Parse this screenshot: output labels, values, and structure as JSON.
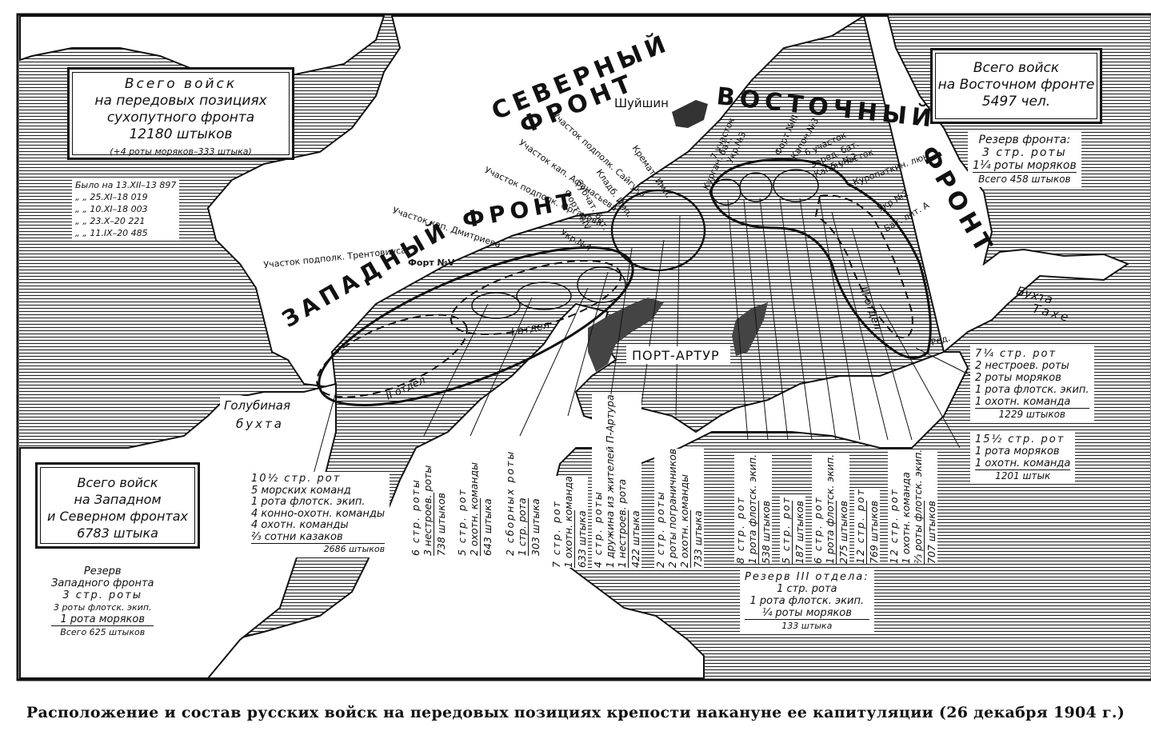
{
  "caption": "Расположение и состав русских войск на передовых позициях крепости накануне ее капитуляции (26 декабря 1904 г.)",
  "fronts": {
    "north_1": "СЕВЕРНЫЙ",
    "north_2": "ФРОНТ",
    "east_1": "ВОСТОЧНЫЙ",
    "east_2": "ФРОНТ",
    "west_1": "ЗАПАДНЫЙ",
    "west_2": "ФРОНТ"
  },
  "places": {
    "port_arthur": "ПОРТ-АРТУР",
    "shuishin": "Шуйшин",
    "golubinaya_1": "Голубиная",
    "golubinaya_2": "бухта",
    "takhe_1": "Бухта",
    "takhe_2": "Тахе"
  },
  "otdel": {
    "o1": "I отдел",
    "o2": "II отдел",
    "o3": "III отдел"
  },
  "sectors": {
    "trentoviusa": "Участок подполк. Трентовиуса",
    "fort5": "Форт №V",
    "dmitrieva": "Участок кап. Дмитриева",
    "organova": "Участок подполк. Органова",
    "afanasieva": "Участок кап. Афанасьева",
    "saiguka": "Участок подполк. Сайгука",
    "ukr4": "Укр.№4",
    "fort4": "Форт №IV",
    "zubch": "Зубчат. бат.",
    "klad": "Кладб. Имп.",
    "kremat": "Кремат. Имп.",
    "uch7": "7 участок",
    "uch6": "6 участок",
    "uch5": "5 участок",
    "fort3": "Форт №III",
    "ukr3": "Укр.№3",
    "kapon2": "Капон.№2",
    "kapon3": "Капон.№3",
    "kurgan": "Курган. бат.",
    "zared": "Заред. бат.",
    "kuropatkin": "Куропаткин. люн.",
    "ukr2": "Укр.№2",
    "bat_a": "Бат. лит. А",
    "reduit": "Ред."
  },
  "box_west_top": {
    "l1": "Всего войск",
    "l2": "на передовых позициях",
    "l3": "сухопутного фронта",
    "l4": "12180 штыков",
    "l5": "(+4 роты моряков–333 штыка)"
  },
  "history": [
    "Было на 13.XII–13 897",
    "„ „ 25.XI–18 019",
    "„ „ 10.XI–18 003",
    "„ „ 23.X–20 221",
    "„ „ 11.IX–20 485"
  ],
  "box_east": {
    "l1": "Всего войск",
    "l2": "на Восточном фронте",
    "l3": "5497 чел."
  },
  "east_reserve": {
    "title": "Резерв фронта:",
    "l1": "3 стр. роты",
    "l2": "1¼ роты моряков",
    "total": "Всего 458 штыков"
  },
  "box_west_bottom": {
    "l1": "Всего войск",
    "l2": "на Западном",
    "l3": "и Северном фронтах",
    "l4": "6783 штыка"
  },
  "west_reserve": {
    "title": "Резерв",
    "title2": "Западного фронта",
    "l1": "3 стр. роты",
    "l2": "3 роты флотск. экип.",
    "l3": "1 рота моряков",
    "total": "Всего 625 штыков"
  },
  "otdel2_force": {
    "l1": "10½ стр. рот",
    "l2": "5 морских команд",
    "l3": "1 рота флотск. экип.",
    "l4": "4 конно-охотн. команды",
    "l5": "4 охотн. команды",
    "l6": "⅔ сотни казаков",
    "total": "2686 штыков"
  },
  "reserve3": {
    "title": "Резерв III отдела:",
    "l1": "1 стр. рота",
    "l2": "1 рота флотск. экип.",
    "l3": "¼ роты моряков",
    "total": "133 штыка"
  },
  "east_right_1": {
    "l1": "7¼ стр. рот",
    "l2": "2 нестроев. роты",
    "l3": "2 роты моряков",
    "l4": "1 рота флотск. экип.",
    "l5": "1 охотн. команда",
    "total": "1229 штыков"
  },
  "east_right_2": {
    "l1": "15½ стр. рот",
    "l2": "1 рота моряков",
    "l3": "1 охотн. команда",
    "total": "1201 штык"
  },
  "columns": [
    {
      "l1": "6 стр. роты",
      "l2": "3 нестроев. роты",
      "total": "738 штыков"
    },
    {
      "l1": "5 стр. рот",
      "l2": "2 охотн. команды",
      "total": "643 штыка"
    },
    {
      "l1": "2 сборных роты",
      "l2": "1 стр. рота",
      "total": "303 штыка"
    },
    {
      "l1": "7 стр. рот",
      "l2": "1 охотн. команда",
      "total": "633 штыка"
    },
    {
      "l1": "4 стр. роты",
      "l2": "1 дружина из жителей П-Артура",
      "l3": "1 нестроев. рота",
      "total": "422 штыка"
    },
    {
      "l1": "2 стр. роты",
      "l2": "2 роты пограничников",
      "l3": "2 охотн. команды",
      "total": "733 штыка"
    },
    {
      "l1": "8 стр. рот",
      "l2": "1 рота флотск. экип.",
      "total": "538 штыков"
    },
    {
      "l1": "5 стр. рот",
      "total": "187 штыков"
    },
    {
      "l1": "6 стр. рот",
      "l2": "1 рота флотск. экип.",
      "total": "275 штыков"
    },
    {
      "l1": "12 стр. рот",
      "total": "769 штыков"
    },
    {
      "l1": "12 стр. рот",
      "l2": "1 охотн. команда",
      "l3": "⅔ роты флотск. экип.",
      "total": "707 штыков"
    }
  ]
}
